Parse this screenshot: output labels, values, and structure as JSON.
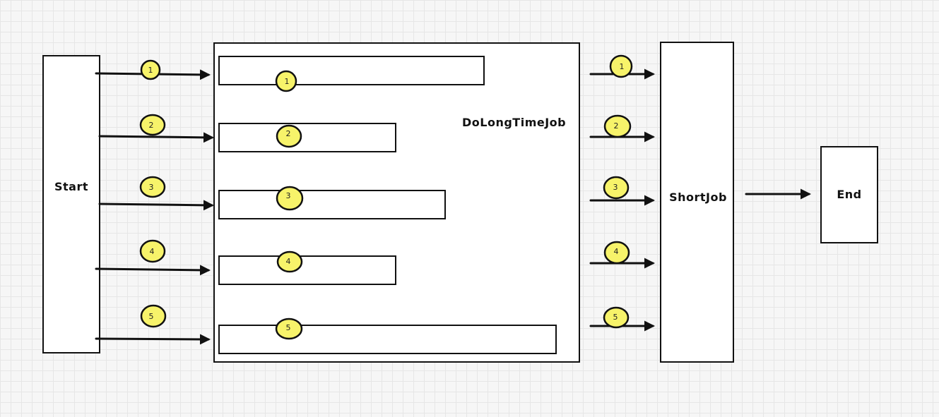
{
  "diagram": {
    "start_label": "Start",
    "long_job_label": "DoLongTimeJob",
    "short_job_label": "ShortJob",
    "end_label": "End",
    "input_badges": [
      "1",
      "2",
      "3",
      "4",
      "5"
    ],
    "task_badges": [
      "1",
      "2",
      "3",
      "4",
      "5"
    ],
    "output_badges": [
      "1",
      "2",
      "3",
      "4",
      "5"
    ]
  },
  "colors": {
    "badge": "#f7f36a",
    "stroke": "#111111",
    "box_fill": "#ffffff"
  }
}
